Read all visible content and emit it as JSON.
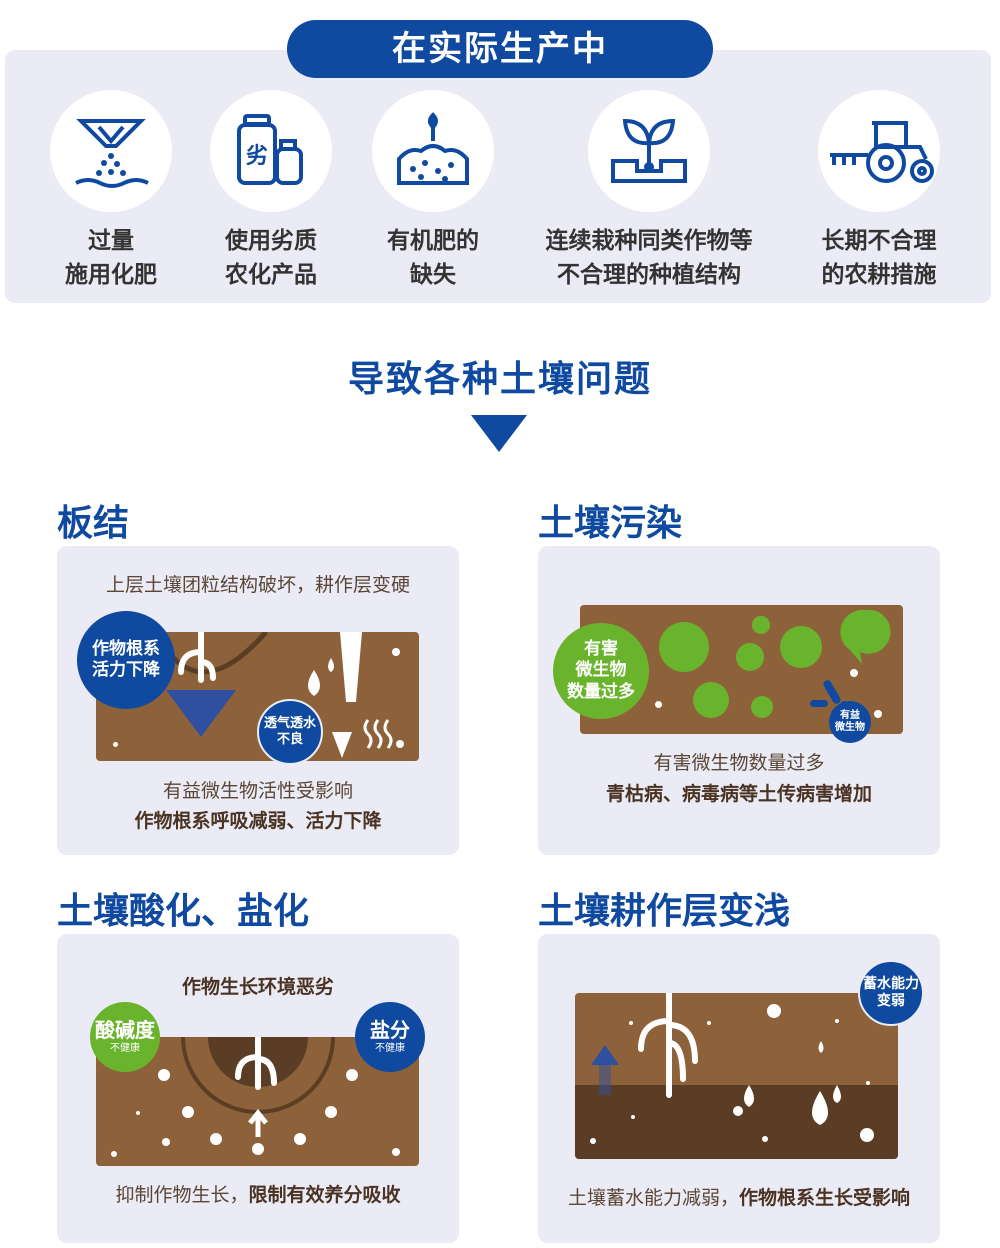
{
  "top": {
    "title": "在实际生产中",
    "causes": [
      {
        "icon": "fertilizer-spreader-icon",
        "line1": "过量",
        "line2": "施用化肥"
      },
      {
        "icon": "inferior-product-bottles-icon",
        "line1": "使用劣质",
        "line2": "农化产品",
        "bottle_label": "劣"
      },
      {
        "icon": "organic-soil-seedling-icon",
        "line1": "有机肥的",
        "line2": "缺失"
      },
      {
        "icon": "sprout-in-soil-icon",
        "line1": "连续栽种同类作物等",
        "line2": "不合理的种植结构"
      },
      {
        "icon": "tractor-icon",
        "line1": "长期不合理",
        "line2": "的农耕措施"
      }
    ]
  },
  "heading": "导致各种土壤问题",
  "colors": {
    "blue": "#0f4aa0",
    "green": "#6ab42d",
    "soil": "#8d623a",
    "soil_dark": "#5a3d24",
    "panel": "#ebebf5"
  },
  "problems": {
    "compaction": {
      "title": "板结",
      "caption_top": "上层土壤团粒结构破坏，耕作层变硬",
      "badge1": [
        "作物根系",
        "活力下降"
      ],
      "badge2": [
        "透气透水",
        "不良"
      ],
      "caption1": "有益微生物活性受影响",
      "caption2": "作物根系呼吸减弱、活力下降"
    },
    "pollution": {
      "title": "土壤污染",
      "badge1": [
        "有害",
        "微生物",
        "数量过多"
      ],
      "badge2": [
        "有益",
        "微生物"
      ],
      "caption1": "有害微生物数量过多",
      "caption2": "青枯病、病毒病等土传病害增加"
    },
    "acid_salt": {
      "title": "土壤酸化、盐化",
      "caption_top": "作物生长环境恶劣",
      "badge1": "酸碱度",
      "badge1_sub": "不健康",
      "badge2": "盐分",
      "badge2_sub": "不健康",
      "caption1": "抑制作物生长，",
      "caption2": "限制有效养分吸收"
    },
    "shallow": {
      "title": "土壤耕作层变浅",
      "badge": [
        "蓄水能力",
        "变弱"
      ],
      "caption1": "土壤蓄水能力减弱，",
      "caption2": "作物根系生长受影响"
    }
  }
}
